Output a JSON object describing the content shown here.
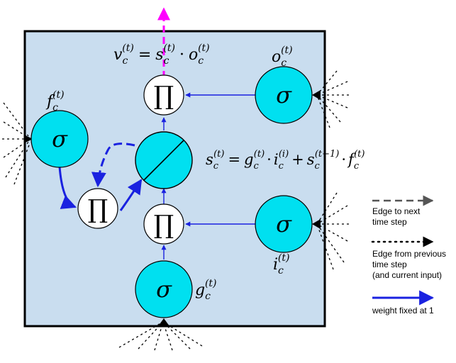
{
  "nodes": {
    "forget_gate": {
      "symbol": "σ",
      "label_base": "f",
      "label_sub": "c",
      "label_sup": "(t)"
    },
    "output_gate": {
      "symbol": "σ",
      "label_base": "o",
      "label_sub": "c",
      "label_sup": "(t)"
    },
    "input_gate": {
      "symbol": "σ",
      "label_base": "i",
      "label_sub": "c",
      "label_sup": "(t)"
    },
    "input_node": {
      "symbol": "σ",
      "label_base": "g",
      "label_sub": "c",
      "label_sup": "(t)"
    },
    "product_left": {
      "symbol": "∏"
    },
    "product_bottom": {
      "symbol": "∏"
    },
    "product_top": {
      "symbol": "∏"
    }
  },
  "equations": {
    "output": {
      "v": "v",
      "c1": "c",
      "t1": "(t)",
      "eq": "=",
      "s": "s",
      "c2": "c",
      "t2": "(t)",
      "dot": "·",
      "o": "o",
      "c3": "c",
      "t3": "(t)"
    },
    "state": {
      "s": "s",
      "c1": "c",
      "t1": "(t)",
      "eq": "=",
      "g": "g",
      "c2": "c",
      "t2": "(t)",
      "dot1": "·",
      "i": "i",
      "c3": "c",
      "t3": "(i)",
      "plus": "+",
      "s2": "s",
      "c4": "c",
      "t4": "(t−1)",
      "dot2": "·",
      "f": "f",
      "c5": "c",
      "t5": "(t)"
    }
  },
  "legend": {
    "dashed_line1": "Edge to next",
    "dashed_line2": "time step",
    "dotted_line1": "Edge from previous",
    "dotted_line2": "time step",
    "dotted_line3": "(and current input)",
    "blue_line1": "weight fixed at 1"
  },
  "colors": {
    "cell_fill": "#c9ddef",
    "node_fill": "#00e0f0",
    "edge_blue": "#1a22e0",
    "edge_magenta": "#ff00ff",
    "dashed_gray": "#555555"
  }
}
